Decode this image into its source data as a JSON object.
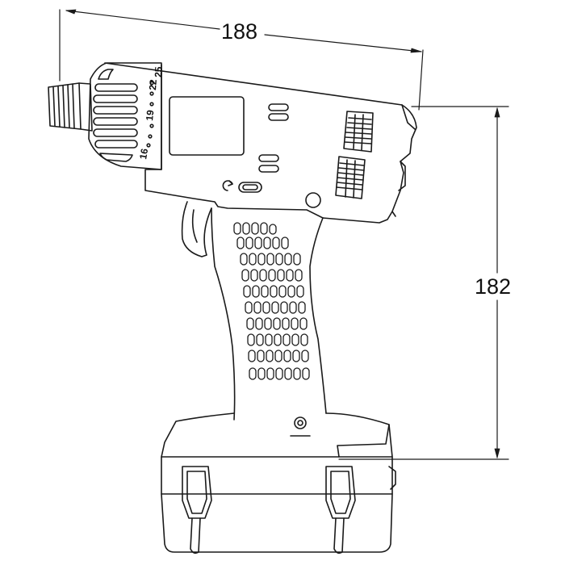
{
  "dimensions": {
    "width_label": "188",
    "height_label": "182"
  },
  "clutch_scale": [
    "16",
    "19",
    "22",
    "25"
  ],
  "colors": {
    "line": "#1a1a1a",
    "background": "#ffffff"
  }
}
